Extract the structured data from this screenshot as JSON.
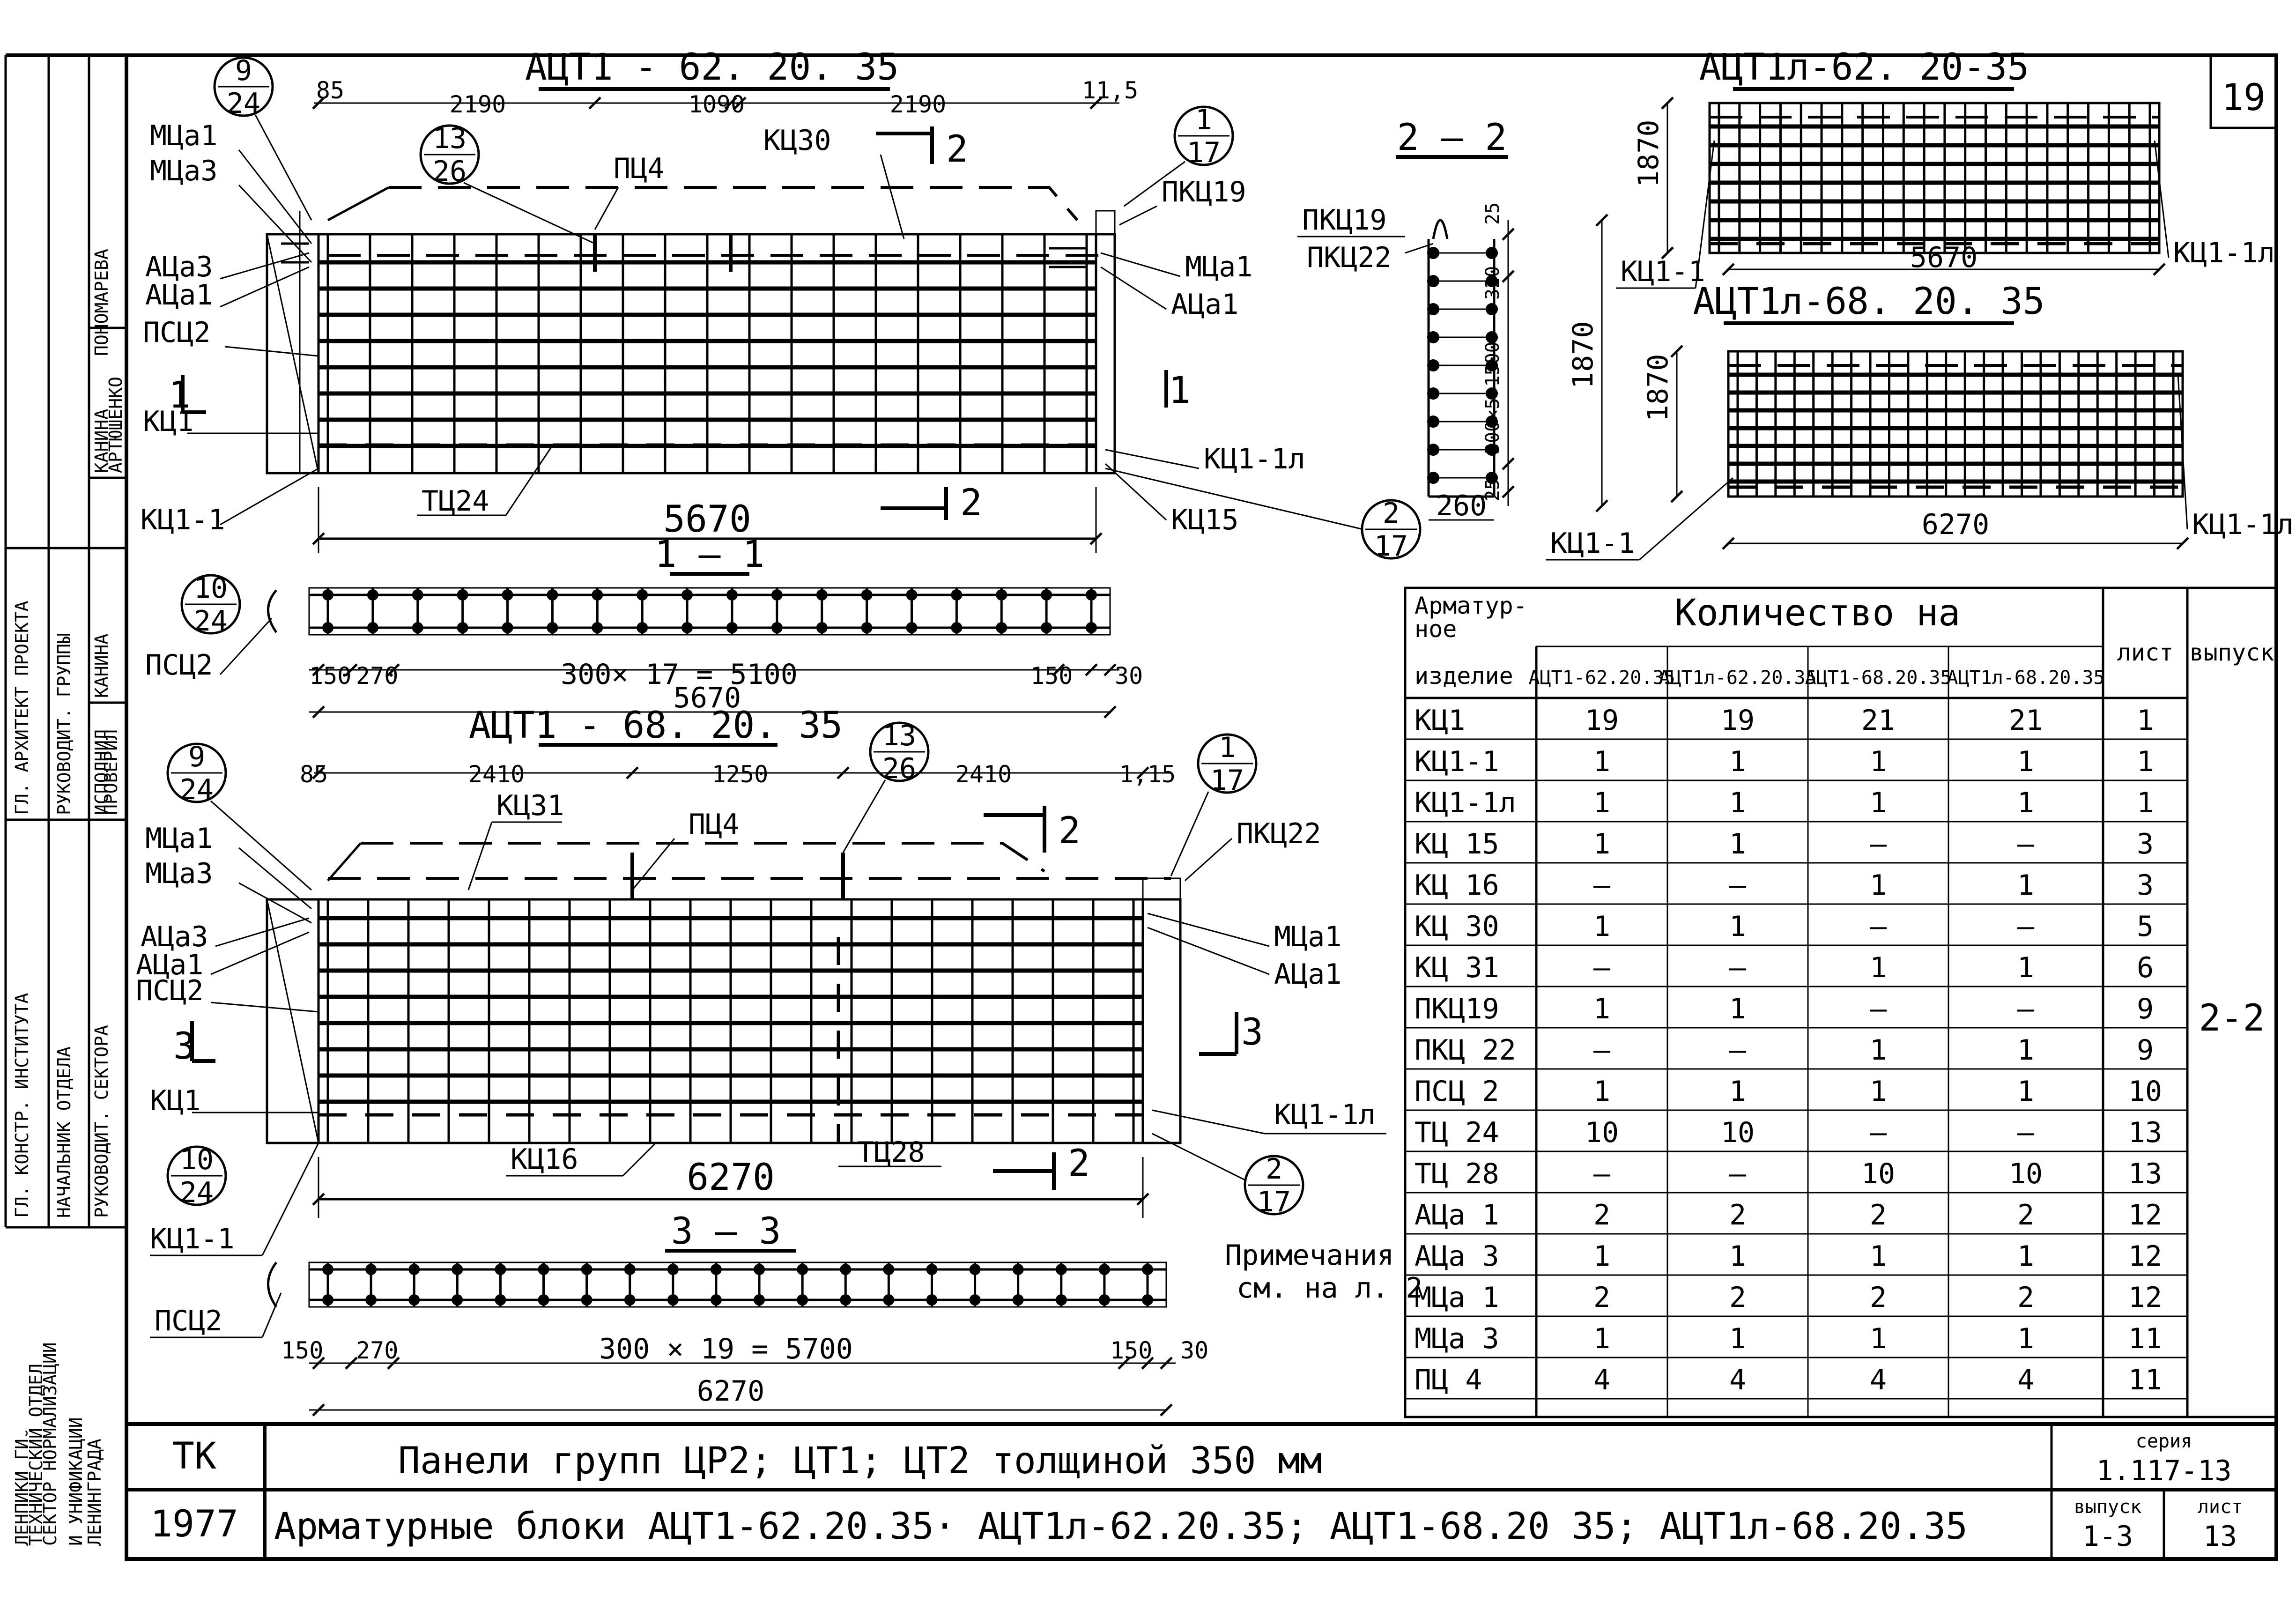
{
  "sheet_number": "19",
  "stamp": {
    "tk": "ТК",
    "year": "1977",
    "title_line1": "Панели групп ЦР2; ЦТ1; ЦТ2 толщиной 350 мм",
    "title_line2": "Арматурные блоки АЦТ1-62.20.35· АЦТ1л-62.20.35; АЦТ1-68.20 35; АЦТ1л-68.20.35",
    "seria_label": "серия",
    "seria_value": "1.117-13",
    "vypusk_label": "выпуск",
    "vypusk_value": "1-3",
    "list_label": "лист",
    "list_value": "13"
  },
  "left_margin": {
    "org": [
      "ЛЕНПИКИ ГИ",
      "ТЕХНИЧЕСКИЙ ОТДЕЛ",
      "СЕКТОР НОРМАЛИЗАЦИИ",
      "И УНИФИКАЦИИ",
      "ЛЕНИНГРАДА"
    ],
    "roles": [
      "ГЛ. КОНСТР. ИНСТИТУТА",
      "НАЧАЛЬНИК ОТДЕЛА",
      "РУКОВОДИТ. СЕКТОРА",
      "ГЛ. АРХИТЕКТ ПРОЕКТА",
      "РУКОВОДИТ. ГРУППЫ",
      "ИСПОЛНИЛ",
      "ПРОВЕРИЛ"
    ],
    "names": [
      "КАНИНА",
      "КАНИНА",
      "ПОНОМАРЕВА",
      "АРТЮШЕНКО"
    ]
  },
  "drawing_a": {
    "title": "АЦТ1 - 62. 20. 35",
    "dims_top": [
      "85",
      "2190",
      "1090",
      "2190",
      "11,5"
    ],
    "overall": "5670",
    "bubbles": [
      {
        "num": "9",
        "den": "24"
      },
      {
        "num": "13",
        "den": "26"
      },
      {
        "num": "1",
        "den": "17"
      },
      {
        "num": "2",
        "den": "17"
      },
      {
        "num": "10",
        "den": "24"
      }
    ],
    "labels": {
      "mca1": "МЦа1",
      "mca3": "МЦа3",
      "aca3": "АЦа3",
      "aca1": "АЦа1",
      "pcs2": "ПСЦ2",
      "kc1": "КЦ1",
      "kc11": "КЦ1-1",
      "pc4": "ПЦ4",
      "kc30": "КЦ30",
      "pkc19": "ПКЦ19",
      "mca1r": "МЦа1",
      "aca1r": "АЦа1",
      "kc11l": "КЦ1-1л",
      "kc15": "КЦ15",
      "tc24": "ТЦ24",
      "sec1": "1",
      "sec2": "2"
    }
  },
  "section_11": {
    "title": "1 — 1",
    "label": "ПСЦ2",
    "dims": [
      "150",
      "270",
      "300× 17 = 5100",
      "150",
      "30"
    ],
    "overall": "5670"
  },
  "drawing_b": {
    "title": "АЦТ1 - 68. 20. 35",
    "dims_top": [
      "85",
      "2410",
      "1250",
      "2410",
      "1,15"
    ],
    "overall": "6270",
    "bubbles": [
      {
        "num": "9",
        "den": "24"
      },
      {
        "num": "13",
        "den": "26"
      },
      {
        "num": "1",
        "den": "17"
      },
      {
        "num": "2",
        "den": "17"
      },
      {
        "num": "10",
        "den": "24"
      }
    ],
    "labels": {
      "mca1": "МЦа1",
      "mca3": "МЦа3",
      "aca3": "АЦа3",
      "aca1": "АЦа1",
      "pcs2": "ПСЦ2",
      "kc1": "КЦ1",
      "kc11": "КЦ1-1",
      "pc4": "ПЦ4",
      "kc31": "КЦ31",
      "pkc22": "ПКЦ22",
      "mca1r": "МЦа1",
      "aca1r": "АЦа1",
      "kc11l": "КЦ1-1л",
      "kc16": "КЦ16",
      "tc28": "ТЦ28",
      "sec3": "3",
      "sec2": "2"
    }
  },
  "section_33": {
    "title": "3 — 3",
    "label": "ПСЦ2",
    "dims": [
      "150",
      "270",
      "300 × 19 = 5700",
      "150",
      "30"
    ],
    "overall": "6270"
  },
  "section_22": {
    "title": "2 — 2",
    "labels": [
      "ПКЦ19",
      "ПКЦ22"
    ],
    "dims_v": [
      "25",
      "320",
      "300×5=1500",
      "25"
    ],
    "height": "1870",
    "width": "260"
  },
  "drawing_c": {
    "title": "АЦТ1л-62. 20-35",
    "height": "1870",
    "length": "5670",
    "left_label": "КЦ1-1",
    "right_label": "КЦ1-1л"
  },
  "drawing_d": {
    "title": "АЦТ1л-68. 20. 35",
    "height": "1870",
    "length": "6270",
    "left_label": "КЦ1-1",
    "right_label": "КЦ1-1л"
  },
  "notes": [
    "Примечания",
    "см. на л. 2"
  ],
  "table": {
    "h_item": [
      "Арматур-",
      "ное",
      "изделие"
    ],
    "h_qty": "Количество на",
    "h_cols": [
      "АЦТ1-62.20.35",
      "АЦТ1л-62.20.35",
      "АЦТ1-68.20.35",
      "АЦТ1л-68.20.35"
    ],
    "h_sheet": "лист",
    "h_issue": "выпуск",
    "issue_value": "2-2",
    "rows": [
      {
        "name": "КЦ1",
        "q": [
          "19",
          "19",
          "21",
          "21"
        ],
        "sheet": "1"
      },
      {
        "name": "КЦ1-1",
        "q": [
          "1",
          "1",
          "1",
          "1"
        ],
        "sheet": "1"
      },
      {
        "name": "КЦ1-1л",
        "q": [
          "1",
          "1",
          "1",
          "1"
        ],
        "sheet": "1"
      },
      {
        "name": "КЦ 15",
        "q": [
          "1",
          "1",
          "—",
          "—"
        ],
        "sheet": "3"
      },
      {
        "name": "КЦ 16",
        "q": [
          "—",
          "—",
          "1",
          "1"
        ],
        "sheet": "3"
      },
      {
        "name": "КЦ 30",
        "q": [
          "1",
          "1",
          "—",
          "—"
        ],
        "sheet": "5"
      },
      {
        "name": "КЦ 31",
        "q": [
          "—",
          "—",
          "1",
          "1"
        ],
        "sheet": "6"
      },
      {
        "name": "ПКЦ19",
        "q": [
          "1",
          "1",
          "—",
          "—"
        ],
        "sheet": "9"
      },
      {
        "name": "ПКЦ 22",
        "q": [
          "—",
          "—",
          "1",
          "1"
        ],
        "sheet": "9"
      },
      {
        "name": "ПСЦ 2",
        "q": [
          "1",
          "1",
          "1",
          "1"
        ],
        "sheet": "10"
      },
      {
        "name": "ТЦ 24",
        "q": [
          "10",
          "10",
          "—",
          "—"
        ],
        "sheet": "13"
      },
      {
        "name": "ТЦ 28",
        "q": [
          "—",
          "—",
          "10",
          "10"
        ],
        "sheet": "13"
      },
      {
        "name": "АЦа 1",
        "q": [
          "2",
          "2",
          "2",
          "2"
        ],
        "sheet": "12"
      },
      {
        "name": "АЦа 3",
        "q": [
          "1",
          "1",
          "1",
          "1"
        ],
        "sheet": "12"
      },
      {
        "name": "МЦа 1",
        "q": [
          "2",
          "2",
          "2",
          "2"
        ],
        "sheet": "12"
      },
      {
        "name": "МЦа 3",
        "q": [
          "1",
          "1",
          "1",
          "1"
        ],
        "sheet": "11"
      },
      {
        "name": "ПЦ 4",
        "q": [
          "4",
          "4",
          "4",
          "4"
        ],
        "sheet": "11"
      }
    ]
  }
}
